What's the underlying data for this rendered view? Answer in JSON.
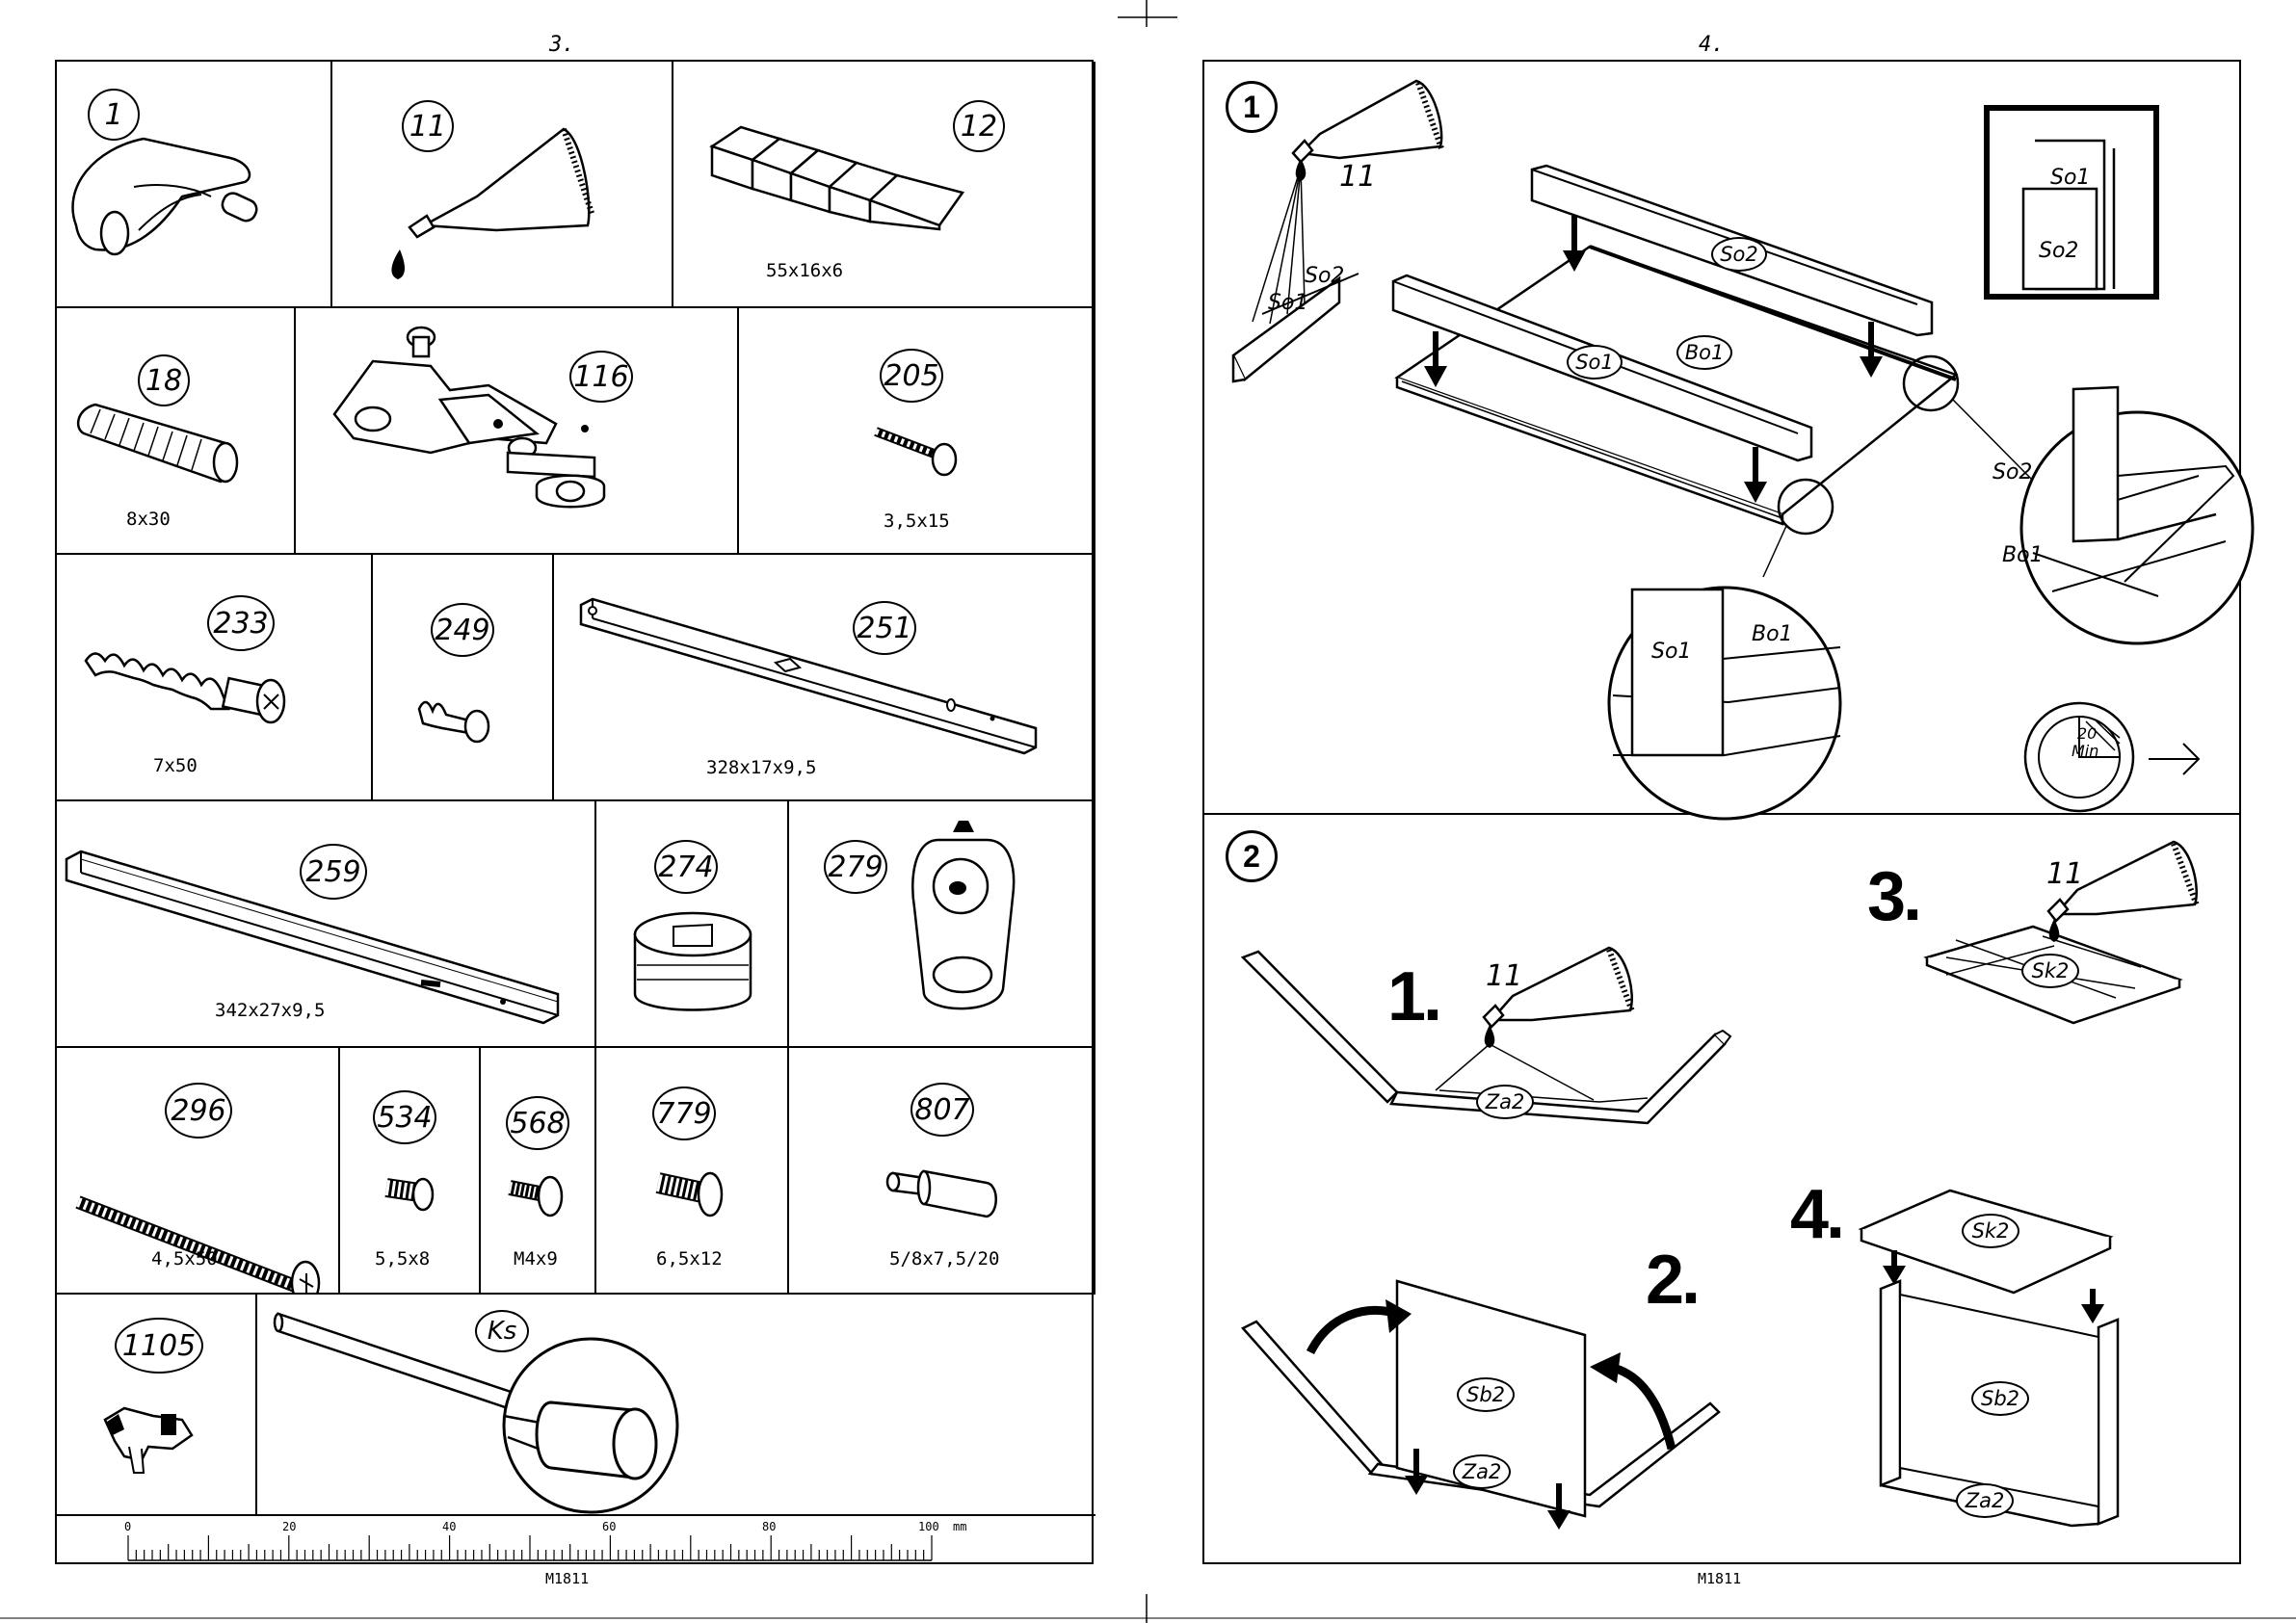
{
  "left_page": {
    "page_number": "3.",
    "footer_code": "M1811",
    "parts": [
      {
        "number": "1",
        "size": ""
      },
      {
        "number": "11",
        "size": ""
      },
      {
        "number": "12",
        "size": "55x16x6"
      },
      {
        "number": "18",
        "size": "8x30"
      },
      {
        "number": "116",
        "size": ""
      },
      {
        "number": "205",
        "size": "3,5x15"
      },
      {
        "number": "233",
        "size": "7x50"
      },
      {
        "number": "249",
        "size": ""
      },
      {
        "number": "251",
        "size": "328x17x9,5"
      },
      {
        "number": "259",
        "size": "342x27x9,5"
      },
      {
        "number": "274",
        "size": ""
      },
      {
        "number": "279",
        "size": ""
      },
      {
        "number": "296",
        "size": "4,5x50"
      },
      {
        "number": "534",
        "size": "5,5x8"
      },
      {
        "number": "568",
        "size": "M4x9"
      },
      {
        "number": "779",
        "size": "6,5x12"
      },
      {
        "number": "807",
        "size": "5/8x7,5/20"
      },
      {
        "number": "1105",
        "size": ""
      },
      {
        "number": "Ks",
        "size": ""
      }
    ],
    "ruler": {
      "labels": [
        "0",
        "20",
        "40",
        "60",
        "80",
        "100"
      ],
      "unit": "mm"
    }
  },
  "right_page": {
    "page_number": "4.",
    "footer_code": "M1811",
    "step1": {
      "step": "1",
      "glue_part": "11",
      "labels": {
        "so1": "So1",
        "so2": "So2",
        "bo1": "Bo1"
      },
      "timer": {
        "value": "20",
        "unit": "Min"
      }
    },
    "step2": {
      "step": "2",
      "substeps": [
        "1.",
        "2.",
        "3.",
        "4."
      ],
      "glue_part": "11",
      "labels": {
        "za2": "Za2",
        "sb2": "Sb2",
        "sk2": "Sk2"
      }
    }
  }
}
